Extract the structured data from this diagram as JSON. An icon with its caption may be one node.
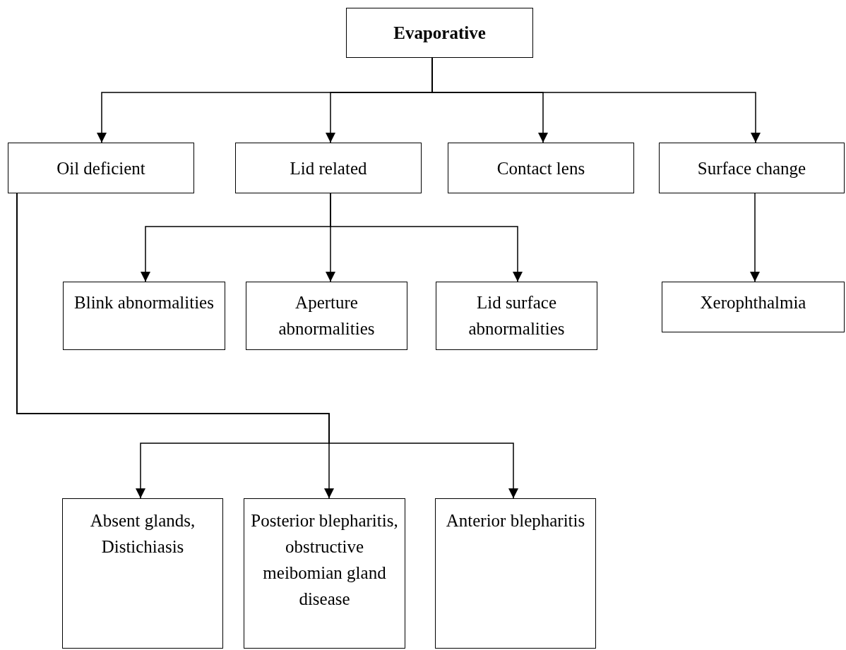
{
  "diagram": {
    "nodes": [
      {
        "text": [
          "Evaporative"
        ]
      },
      {
        "text": [
          "Oil deficient"
        ]
      },
      {
        "text": [
          "Lid related"
        ]
      },
      {
        "text": [
          "Contact lens"
        ]
      },
      {
        "text": [
          "Surface change"
        ]
      },
      {
        "text": [
          "Blink abnormalities"
        ]
      },
      {
        "text": [
          "Aperture abnormalities"
        ]
      },
      {
        "text": [
          "Lid surface abnormalities"
        ]
      },
      {
        "text": [
          "Xerophthalmia"
        ]
      },
      {
        "text": [
          "Absent glands, Distichiasis"
        ]
      },
      {
        "text": [
          "Posterior blepharitis, obstructive meibomian gland disease"
        ]
      },
      {
        "text": [
          "Anterior blepharitis"
        ]
      }
    ],
    "edges": [
      {
        "from": 0,
        "to": 1,
        "arrow": "to"
      },
      {
        "from": 0,
        "to": 2,
        "arrow": "to"
      },
      {
        "from": 0,
        "to": 3,
        "arrow": "to"
      },
      {
        "from": 0,
        "to": 4,
        "arrow": "to"
      },
      {
        "from": 2,
        "to": 5,
        "arrow": "to"
      },
      {
        "from": 2,
        "to": 6,
        "arrow": "to"
      },
      {
        "from": 2,
        "to": 7,
        "arrow": "to"
      },
      {
        "from": 4,
        "to": 8,
        "arrow": "to"
      },
      {
        "from": 1,
        "to": 9,
        "arrow": "to"
      },
      {
        "from": 1,
        "to": 10,
        "arrow": "to"
      },
      {
        "from": 1,
        "to": 11,
        "arrow": "to"
      }
    ]
  }
}
